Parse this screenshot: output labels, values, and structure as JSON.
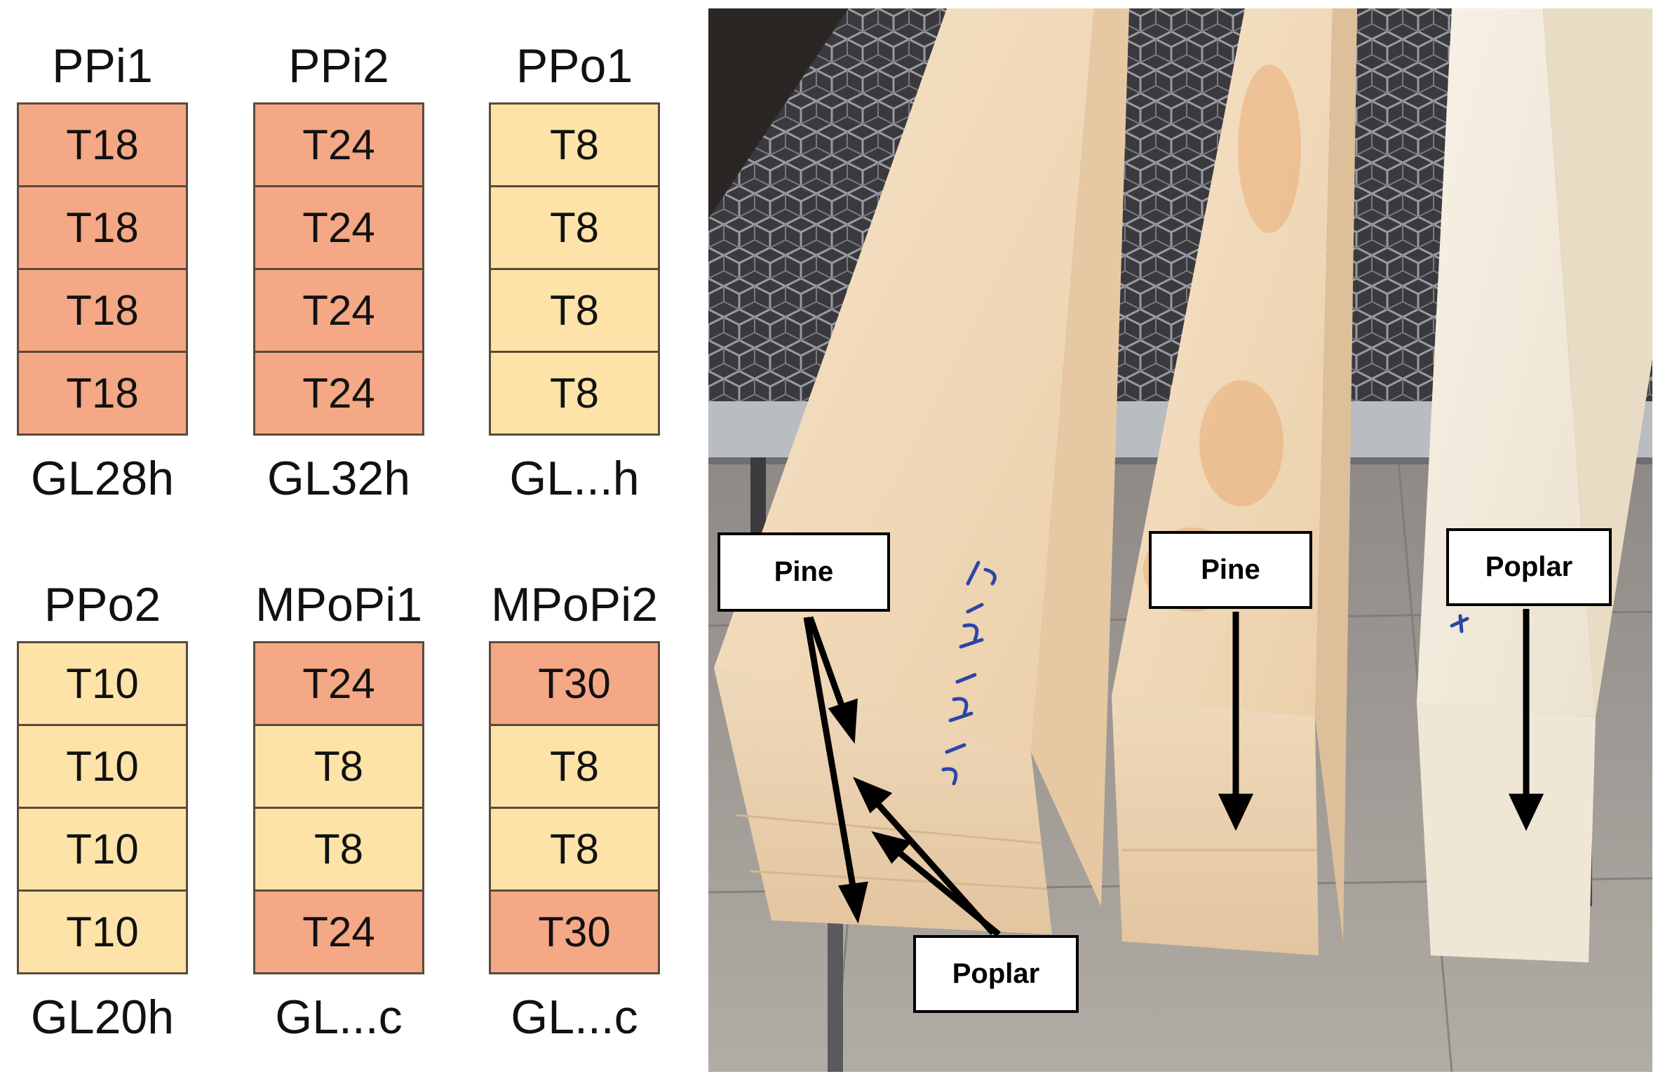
{
  "colors": {
    "high_grade": "#f4a885",
    "low_grade": "#fde3a7",
    "border": "#5a4a3a"
  },
  "beams": [
    {
      "name": "PPi1",
      "class": "GL28h",
      "layers": [
        {
          "label": "T18",
          "grade": "high_grade"
        },
        {
          "label": "T18",
          "grade": "high_grade"
        },
        {
          "label": "T18",
          "grade": "high_grade"
        },
        {
          "label": "T18",
          "grade": "high_grade"
        }
      ]
    },
    {
      "name": "PPi2",
      "class": "GL32h",
      "layers": [
        {
          "label": "T24",
          "grade": "high_grade"
        },
        {
          "label": "T24",
          "grade": "high_grade"
        },
        {
          "label": "T24",
          "grade": "high_grade"
        },
        {
          "label": "T24",
          "grade": "high_grade"
        }
      ]
    },
    {
      "name": "PPo1",
      "class": "GL...h",
      "layers": [
        {
          "label": "T8",
          "grade": "low_grade"
        },
        {
          "label": "T8",
          "grade": "low_grade"
        },
        {
          "label": "T8",
          "grade": "low_grade"
        },
        {
          "label": "T8",
          "grade": "low_grade"
        }
      ]
    },
    {
      "name": "PPo2",
      "class": "GL20h",
      "layers": [
        {
          "label": "T10",
          "grade": "low_grade"
        },
        {
          "label": "T10",
          "grade": "low_grade"
        },
        {
          "label": "T10",
          "grade": "low_grade"
        },
        {
          "label": "T10",
          "grade": "low_grade"
        }
      ]
    },
    {
      "name": "MPoPi1",
      "class": "GL...c",
      "layers": [
        {
          "label": "T24",
          "grade": "high_grade"
        },
        {
          "label": "T8",
          "grade": "low_grade"
        },
        {
          "label": "T8",
          "grade": "low_grade"
        },
        {
          "label": "T24",
          "grade": "high_grade"
        }
      ]
    },
    {
      "name": "MPoPi2",
      "class": "GL...c",
      "layers": [
        {
          "label": "T30",
          "grade": "high_grade"
        },
        {
          "label": "T8",
          "grade": "low_grade"
        },
        {
          "label": "T8",
          "grade": "low_grade"
        },
        {
          "label": "T30",
          "grade": "high_grade"
        }
      ]
    }
  ],
  "photo": {
    "labels": {
      "pine_left": "Pine",
      "pine_middle": "Pine",
      "poplar_right": "Poplar",
      "poplar_bottom": "Poplar"
    },
    "handwriting": "LP28 782-2C 782-2B LP28"
  }
}
